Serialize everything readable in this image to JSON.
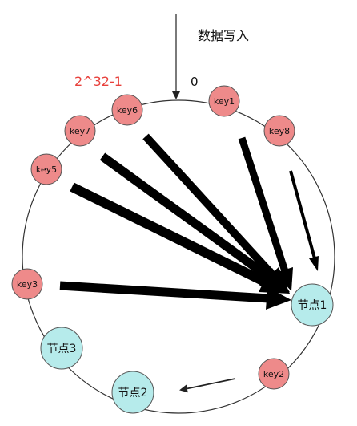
{
  "labels": {
    "data_write": "数据写入",
    "ring_max": "2^32-1",
    "ring_zero": "0"
  },
  "keys": [
    {
      "id": "key1",
      "label": "key1"
    },
    {
      "id": "key8",
      "label": "key8"
    },
    {
      "id": "key6",
      "label": "key6"
    },
    {
      "id": "key7",
      "label": "key7"
    },
    {
      "id": "key5",
      "label": "key5"
    },
    {
      "id": "key3",
      "label": "key3"
    },
    {
      "id": "key2",
      "label": "key2"
    }
  ],
  "nodes": [
    {
      "id": "node1",
      "label": "节点1"
    },
    {
      "id": "node2",
      "label": "节点2"
    },
    {
      "id": "node3",
      "label": "节点3"
    }
  ],
  "colors": {
    "key_fill": "#ee8a8a",
    "node_fill": "#b6ebeb",
    "accent_red": "#e8413c",
    "ink": "#111111"
  }
}
